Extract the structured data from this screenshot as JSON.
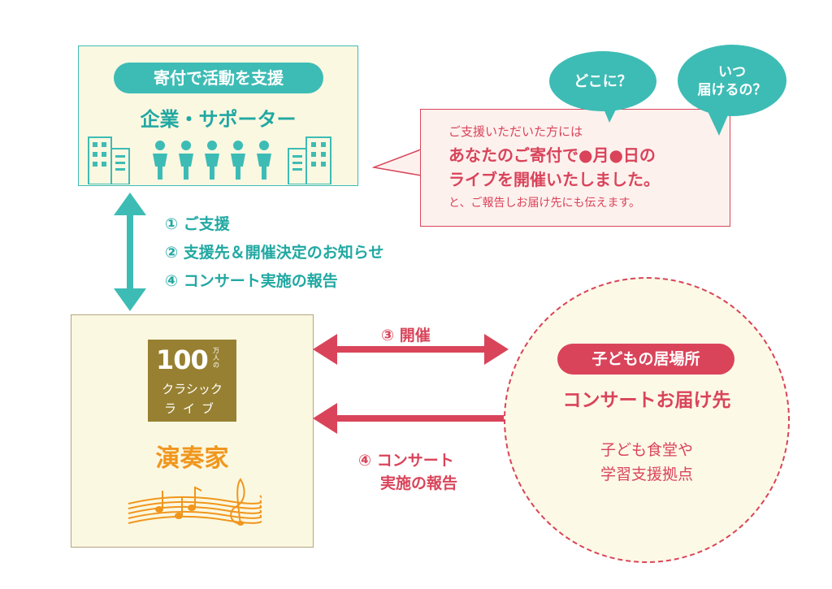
{
  "sponsor": {
    "pill": "寄付で活動を支援",
    "title": "企業・サポーター"
  },
  "bubbles": {
    "where": "どこに？",
    "when_l1": "いつ",
    "when_l2": "届けるの？"
  },
  "message": {
    "line1": "ご支援いただいた方には",
    "line2": "あなたのご寄付で●月●日の",
    "line3": "ライブを開催いたしました。",
    "line4": "と、ご報告しお届け先にも伝えます。"
  },
  "steps_teal": {
    "s1": "① ご支援",
    "s2": "② 支援先＆開催決定のお知らせ",
    "s4": "④ コンサート実施の報告"
  },
  "performer": {
    "logo_num": "100",
    "logo_small": "万人の",
    "logo_line2": "クラシック",
    "logo_line3": "ライブ",
    "title": "演奏家"
  },
  "steps_red": {
    "s3": "③ 開催",
    "s4_l1": "④ コンサート",
    "s4_l2": "実施の報告"
  },
  "venue": {
    "pill": "子どもの居場所",
    "title": "コンサートお届け先",
    "desc_l1": "子ども食堂や",
    "desc_l2": "学習支援拠点"
  },
  "colors": {
    "teal": "#3dbcb5",
    "red": "#d9445a",
    "orange": "#f0961d",
    "gold": "#978031",
    "cream": "#fbf8e1"
  }
}
